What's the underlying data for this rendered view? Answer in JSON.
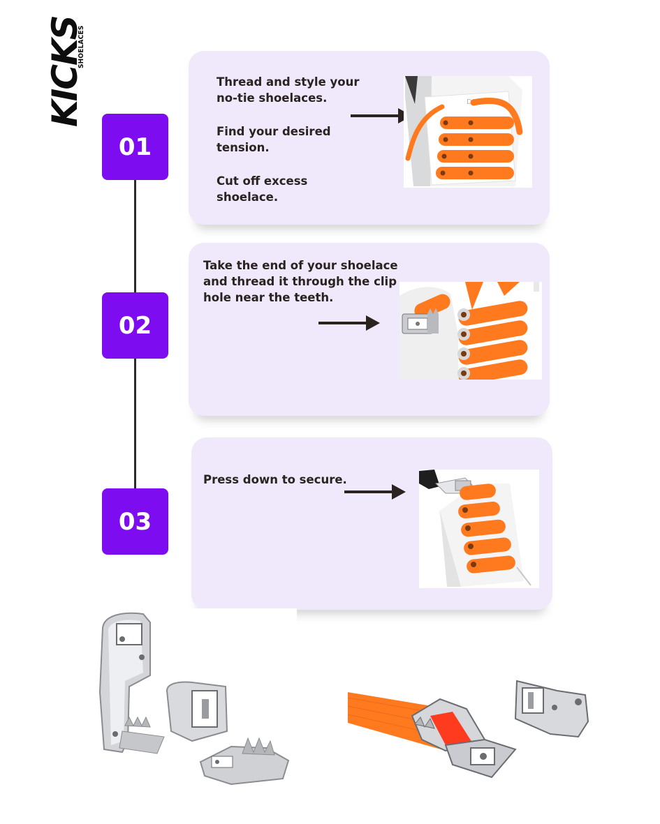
{
  "brand": {
    "name": "KICKS",
    "tagline": "SHOELACES"
  },
  "colors": {
    "badge": "#7d0cf0",
    "card": "#efe9fb",
    "lace": "#ff7a1f",
    "metal": "#c9cbd0"
  },
  "steps": [
    {
      "number": "01",
      "instructions": [
        "Thread and style your no-tie shoelaces.",
        "Find your desired tension.",
        "Cut off excess shoelace."
      ],
      "image": "shoe-with-orange-laces-photo"
    },
    {
      "number": "02",
      "instructions": [
        "Take the end of your shoelace and thread it through the clip hole near the teeth."
      ],
      "image": "lace-threaded-through-clip-photo"
    },
    {
      "number": "03",
      "instructions": [
        "Press down to secure."
      ],
      "image": "clip-pressed-down-photo"
    }
  ],
  "product_images": [
    "metal-lace-clip-parts-photo",
    "orange-lace-with-clip-photo"
  ]
}
